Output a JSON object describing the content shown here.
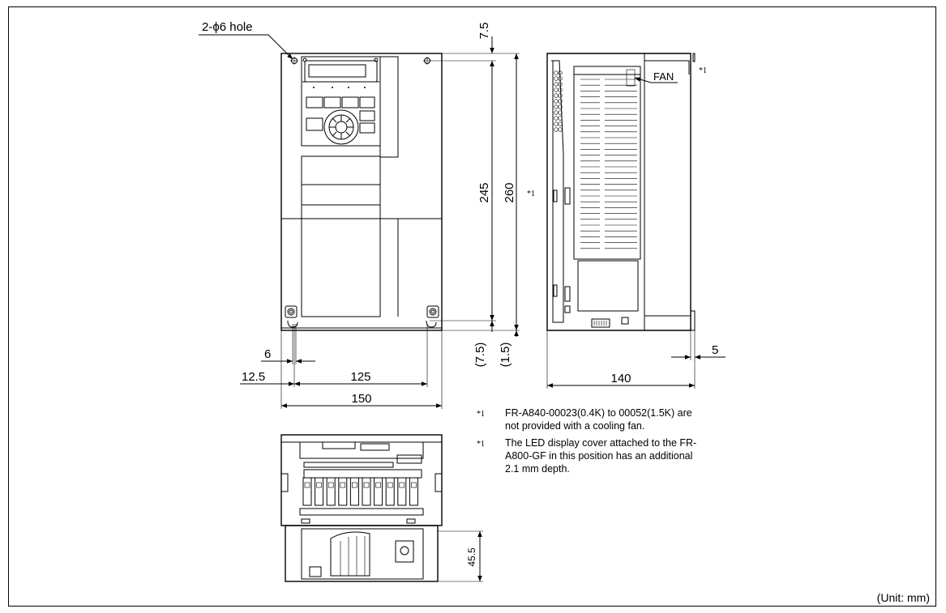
{
  "dimensions": {
    "hole_label": "2-ϕ6 hole",
    "top_margin": "7.5",
    "hole_pitch_height": "245",
    "total_height": "260",
    "bottom_margin": "(7.5)",
    "bottom_offset": "(1.5)",
    "hole_diameter": "6",
    "side_margin": "12.5",
    "hole_pitch_width": "125",
    "total_width": "150",
    "depth": "140",
    "rear_offset": "5",
    "bottom_depth": "45.5",
    "fan_label": "FAN"
  },
  "footnote_mark": "*1",
  "notes": [
    {
      "mark": "*1",
      "lines": [
        "FR-A840-00023(0.4K) to 00052(1.5K) are",
        "not provided with a cooling fan."
      ]
    },
    {
      "mark": "*1",
      "lines": [
        "The LED display cover attached to the FR-",
        "A800-GF in this position has an additional",
        "2.1 mm depth."
      ]
    }
  ],
  "unit_label": "(Unit: mm)"
}
